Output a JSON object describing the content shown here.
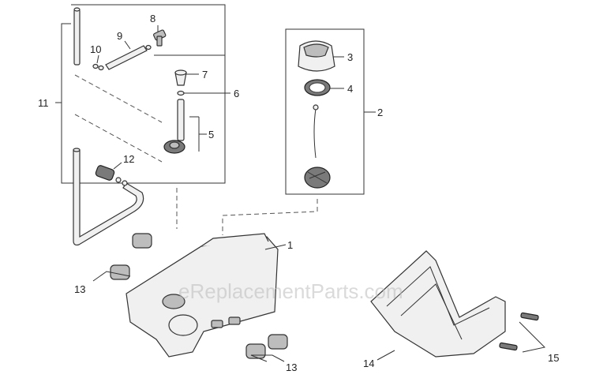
{
  "watermark": "eReplacementParts.com",
  "callouts": {
    "c1": "1",
    "c2": "2",
    "c3": "3",
    "c4": "4",
    "c5": "5",
    "c6": "6",
    "c7": "7",
    "c8": "8",
    "c9": "9",
    "c10": "10",
    "c11": "11",
    "c12": "12",
    "c13a": "13",
    "c13b": "13",
    "c14": "14",
    "c15": "15"
  }
}
